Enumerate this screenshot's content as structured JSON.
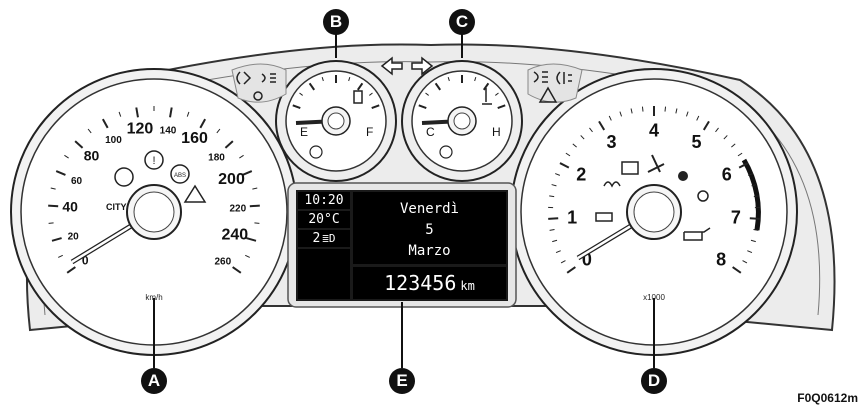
{
  "speedometer": {
    "ticks": [
      "20",
      "40",
      "60",
      "80",
      "100",
      "120",
      "140",
      "160",
      "180",
      "200",
      "220",
      "240",
      "260"
    ],
    "zero_label": "0",
    "city_label": "CITY",
    "unit": "km/h",
    "abs_label": "ABS"
  },
  "tachometer": {
    "ticks": [
      "0",
      "1",
      "2",
      "3",
      "4",
      "5",
      "6",
      "7",
      "8"
    ],
    "unit": "x1000"
  },
  "fuel_gauge": {
    "empty": "E",
    "full": "F"
  },
  "temp_gauge": {
    "cold": "C",
    "hot": "H"
  },
  "display": {
    "time": "10:20",
    "outside_temp": "20°C",
    "headlight_level": "2",
    "day_name": "Venerdì",
    "day_number": "5",
    "month": "Marzo",
    "odometer": "123456",
    "odometer_unit": "km"
  },
  "callouts": {
    "a": "A",
    "b": "B",
    "c": "C",
    "d": "D",
    "e": "E"
  },
  "figure_code": "F0Q0612m"
}
